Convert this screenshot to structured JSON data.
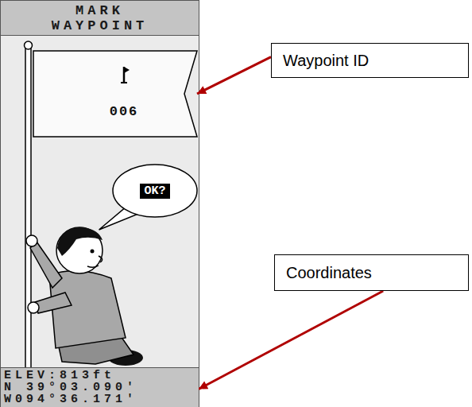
{
  "diagram": {
    "nodes": [
      {
        "text": [
          "MARK WAYPOINT"
        ]
      },
      {
        "text": [
          "Waypoint ID"
        ]
      },
      {
        "text": [
          "006"
        ]
      },
      {
        "text": [
          "OK?"
        ]
      },
      {
        "text": [
          "Coordinates"
        ]
      },
      {
        "text": [
          "ELEV:813ft",
          "N 39°03.090'",
          "W094°36.171'"
        ]
      }
    ],
    "edges": [
      {
        "from": 1,
        "to": 2,
        "arrow": "to"
      },
      {
        "from": 4,
        "to": 5,
        "arrow": "to"
      }
    ]
  }
}
